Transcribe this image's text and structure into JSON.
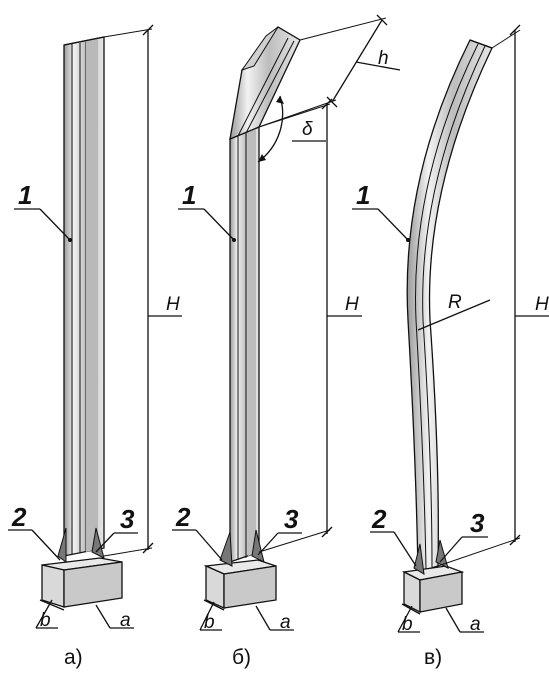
{
  "labels": {
    "part1": "1",
    "part2": "2",
    "part3": "3",
    "height": "H",
    "section_h": "h",
    "angle": "δ",
    "radius": "R",
    "width_b": "b",
    "length_a": "a"
  },
  "captions": {
    "a": "а)",
    "b": "б)",
    "c": "в)"
  }
}
